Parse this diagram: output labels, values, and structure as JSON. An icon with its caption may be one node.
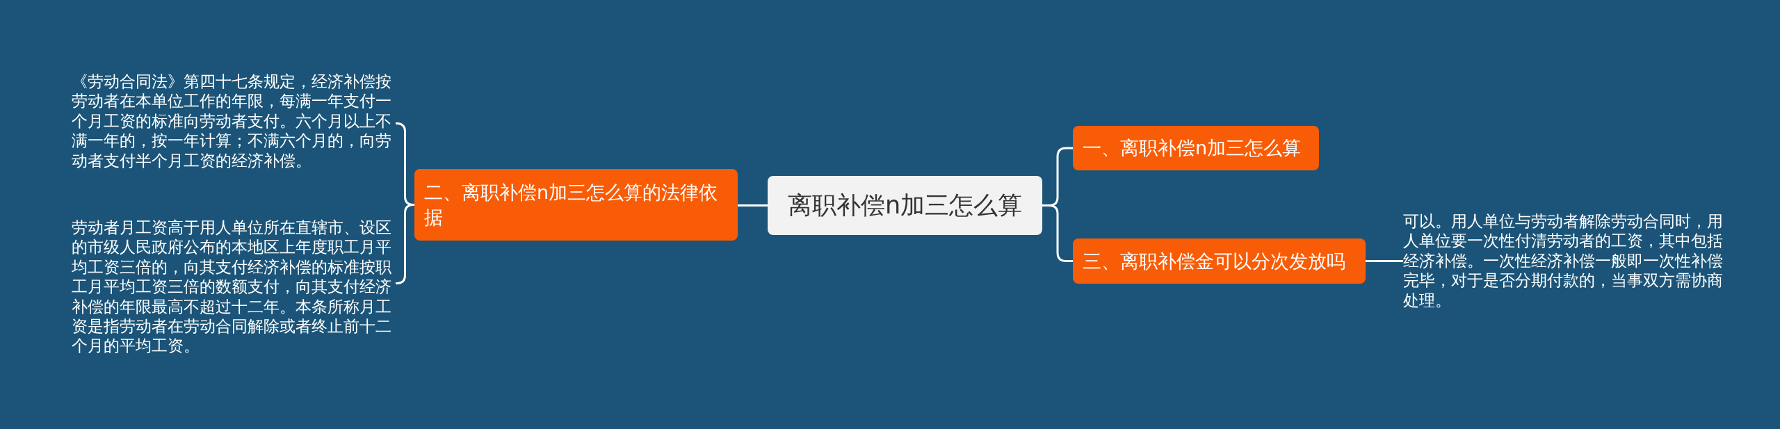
{
  "diagram": {
    "nodes": [
      {
        "text": [
          "离职补偿n加三怎么算"
        ]
      },
      {
        "text": [
          "一、离职补偿n加三怎么算"
        ]
      },
      {
        "text": [
          "二、离职补偿n加三怎么算的法律依据"
        ]
      },
      {
        "text": [
          "《劳动合同法》第四十七条规定，经济补偿按劳动者在本单位工作的年限，每满一年支付一个月工资的标准向劳动者支付。六个月以上不满一年的，按一年计算；不满六个月的，向劳动者支付半个月工资的经济补偿。"
        ]
      },
      {
        "text": [
          "劳动者月工资高于用人单位所在直辖市、设区的市级人民政府公布的本地区上年度职工月平均工资三倍的，向其支付经济补偿的标准按职工月平均工资三倍的数额支付，向其支付经济补偿的年限最高不超过十二年。本条所称月工资是指劳动者在劳动合同解除或者终止前十二个月的平均工资。"
        ]
      },
      {
        "text": [
          "三、离职补偿金可以分次发放吗"
        ]
      },
      {
        "text": [
          "可以。用人单位与劳动者解除劳动合同时，用人单位要一次性付清劳动者的工资，其中包括经济补偿。一次性经济补偿一般即一次性补偿完毕，对于是否分期付款的，当事双方需协商处理。"
        ]
      }
    ],
    "edges": [
      {
        "from": 0,
        "to": 1,
        "arrow": "none"
      },
      {
        "from": 0,
        "to": 2,
        "arrow": "none"
      },
      {
        "from": 2,
        "to": 3,
        "arrow": "none"
      },
      {
        "from": 2,
        "to": 4,
        "arrow": "none"
      },
      {
        "from": 0,
        "to": 5,
        "arrow": "none"
      },
      {
        "from": 5,
        "to": 6,
        "arrow": "none"
      }
    ]
  }
}
